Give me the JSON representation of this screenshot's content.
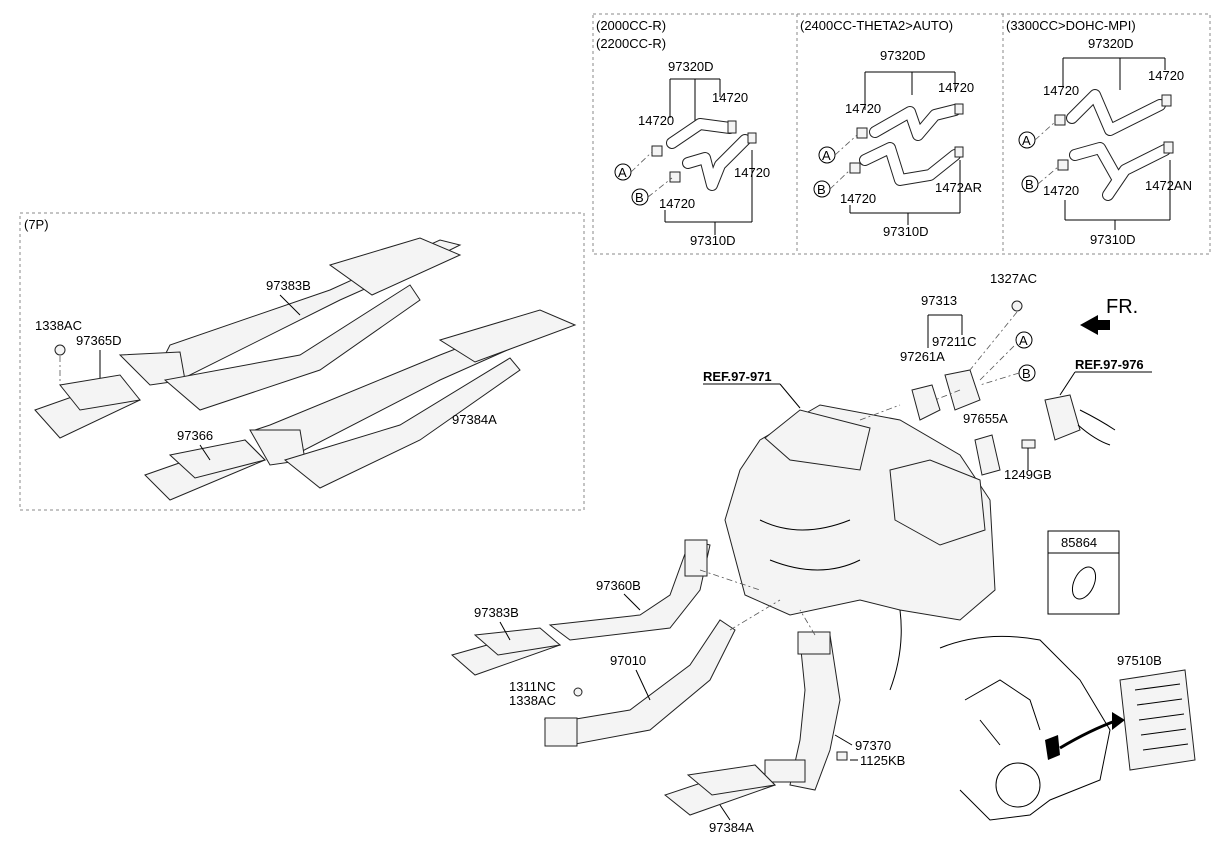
{
  "variants": [
    {
      "title": "(2000CC-R)",
      "subtitle": "(2200CC-R)",
      "top_part": "97320D",
      "bottom_part": "97310D",
      "clamp_a": "14720",
      "clamp_b": "14720",
      "clamp_top_right": "14720",
      "clamp_bottom_right": "14720"
    },
    {
      "title": "(2400CC-THETA2>AUTO)",
      "top_part": "97320D",
      "bottom_part": "97310D",
      "clamp_a": "14720",
      "clamp_b": "14720",
      "clamp_top_right": "14720",
      "clamp_bottom_right": "1472AR"
    },
    {
      "title": "(3300CC>DOHC-MPI)",
      "top_part": "97320D",
      "bottom_part": "97310D",
      "clamp_a": "14720",
      "clamp_b": "14720",
      "clamp_top_right": "14720",
      "clamp_bottom_right": "1472AN"
    }
  ],
  "markers": {
    "a": "A",
    "b": "B"
  },
  "seven_p": {
    "title": "(7P)",
    "labels": {
      "p97383b": "97383B",
      "p1338ac": "1338AC",
      "p97365d": "97365D",
      "p97366": "97366",
      "p97384a": "97384A"
    }
  },
  "main": {
    "ref_left": "REF.97-971",
    "ref_right": "REF.97-976",
    "fr": "FR.",
    "labels": {
      "p1327ac": "1327AC",
      "p97313": "97313",
      "p97261a": "97261A",
      "p97211c": "97211C",
      "p97655a": "97655A",
      "p1249gb": "1249GB",
      "p85864": "85864",
      "p97360b": "97360B",
      "p97383b": "97383B",
      "p97010": "97010",
      "p1311nc": "1311NC",
      "p1338ac": "1338AC",
      "p97370": "97370",
      "p1125kb": "1125KB",
      "p97384a": "97384A",
      "p97510b": "97510B"
    }
  }
}
